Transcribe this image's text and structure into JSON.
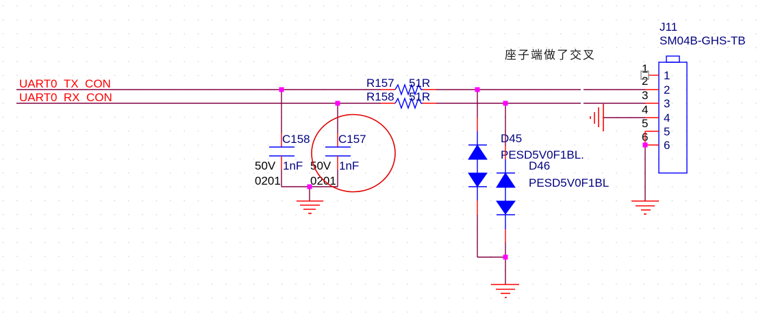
{
  "nets": {
    "tx": "UART0_TX_CON",
    "rx": "UART0_RX_CON"
  },
  "note": "座子端做了交叉",
  "components": {
    "c158": {
      "ref": "C158",
      "value": "1nF",
      "voltage": "50V",
      "package": "0201"
    },
    "c157": {
      "ref": "C157",
      "value": "1nF",
      "voltage": "50V",
      "package": "0201"
    },
    "r157": {
      "ref": "R157",
      "value": "51R"
    },
    "r158": {
      "ref": "R158",
      "value": "51R"
    },
    "d45": {
      "ref": "D45",
      "part": "PESD5V0F1BL."
    },
    "d46": {
      "ref": "D46",
      "part": "PESD5V0F1BL"
    },
    "j11": {
      "ref": "J11",
      "part": "SM04B-GHS-TB",
      "pin_labels": [
        "1",
        "2",
        "3",
        "4",
        "5",
        "6"
      ],
      "pin_numbers": [
        "1",
        "2",
        "3",
        "4",
        "5",
        "6"
      ]
    }
  },
  "colors": {
    "wire": "#800040",
    "pin": "#ff0000",
    "body": "#0000ff",
    "junction": "#ff00ff",
    "ref_text": "#000080",
    "net_label": "#ff0000",
    "annotation": "#e00000"
  }
}
